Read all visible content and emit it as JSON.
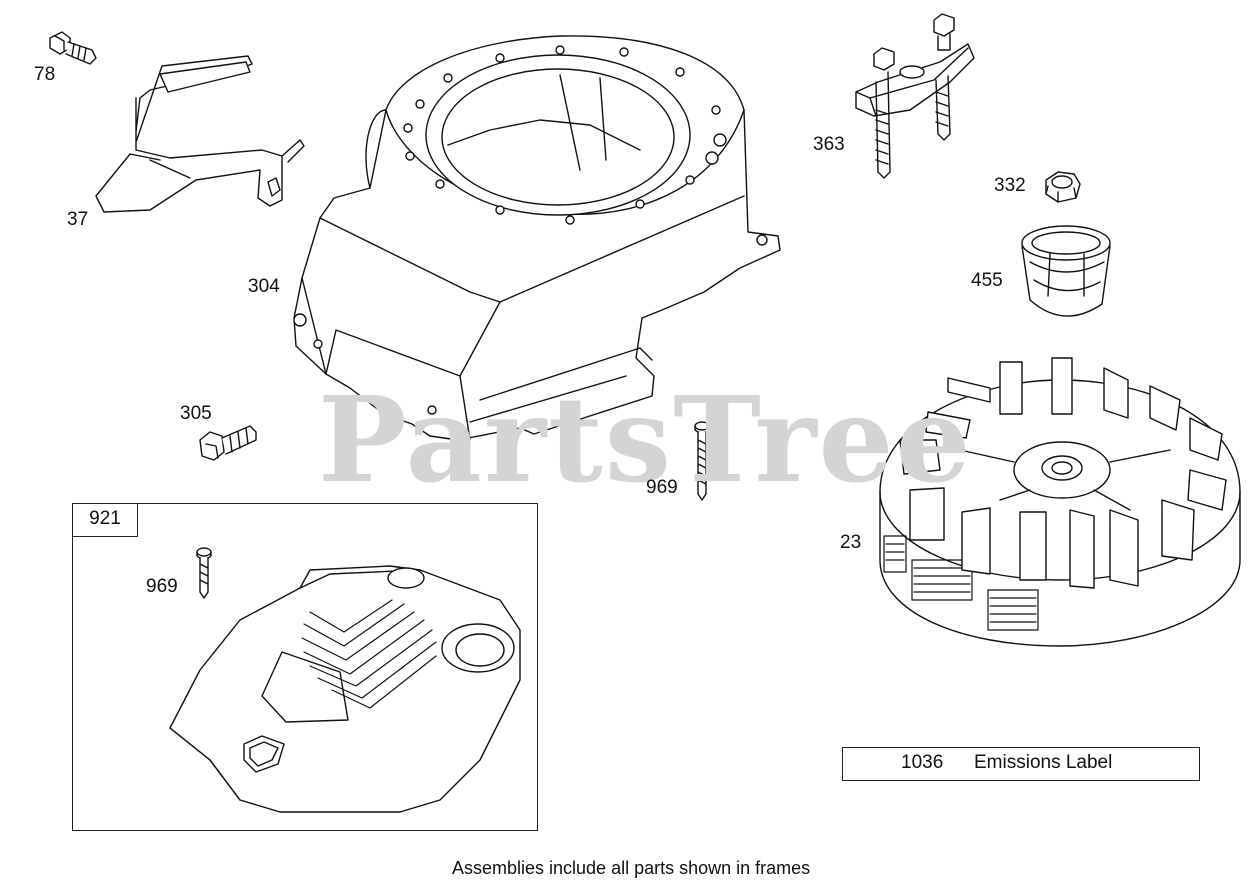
{
  "watermark": {
    "text": "PartsTree",
    "tm": "™"
  },
  "parts": [
    {
      "id": "p78",
      "label": "78"
    },
    {
      "id": "p37",
      "label": "37"
    },
    {
      "id": "p304",
      "label": "304"
    },
    {
      "id": "p305",
      "label": "305"
    },
    {
      "id": "p969a",
      "label": "969"
    },
    {
      "id": "p363",
      "label": "363"
    },
    {
      "id": "p332",
      "label": "332"
    },
    {
      "id": "p455",
      "label": "455"
    },
    {
      "id": "p23",
      "label": "23"
    },
    {
      "id": "p921",
      "label": "921"
    },
    {
      "id": "p969b",
      "label": "969"
    }
  ],
  "emissions": {
    "number": "1036",
    "text": "Emissions Label"
  },
  "footer": "Assemblies include all parts shown in frames"
}
